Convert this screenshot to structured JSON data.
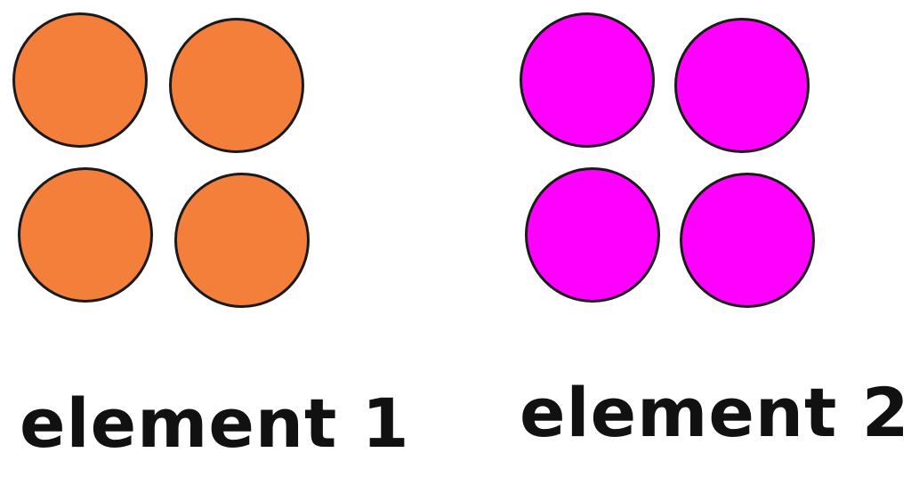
{
  "elements": [
    {
      "label": "element 1",
      "color": "#F47F3A",
      "circle_count": 4
    },
    {
      "label": "element 2",
      "color": "#FF00FF",
      "circle_count": 4
    }
  ]
}
